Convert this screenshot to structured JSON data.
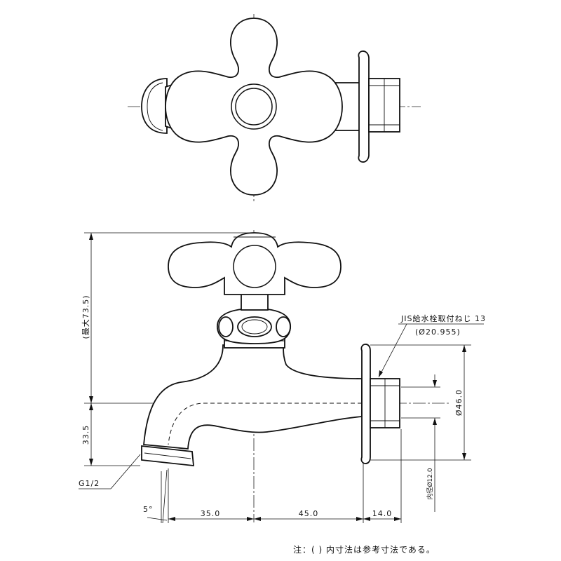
{
  "dimensions": {
    "max_height": "(最大73.5)",
    "lower_height": "33.5",
    "thread_spec": "JIS給水栓取付ねじ 13",
    "thread_diameter": "(Ø20.955)",
    "flange_diameter": "Ø46.0",
    "inner_diameter": "内径Ø12.0",
    "outlet_thread": "G1/2",
    "angle": "5°",
    "dim_left": "35.0",
    "dim_mid": "45.0",
    "dim_right": "14.0"
  },
  "note": "注：( ) 内寸法は参考寸法である。"
}
